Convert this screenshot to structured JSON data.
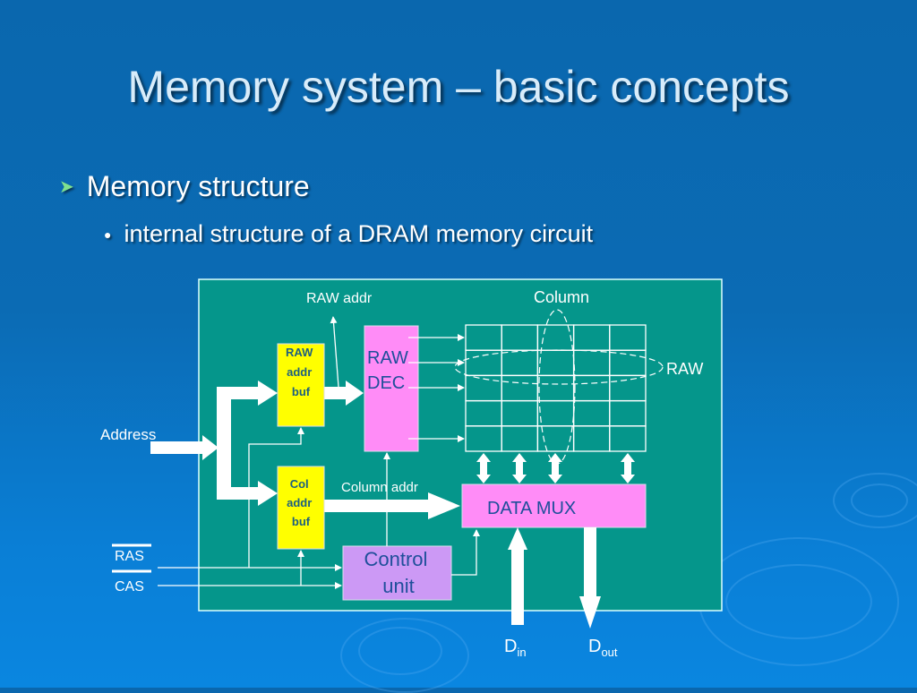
{
  "slide": {
    "title": "Memory system – basic concepts",
    "bullets": [
      {
        "level": 1,
        "icon": "arrow-bullet-icon",
        "text": "Memory structure"
      },
      {
        "level": 2,
        "icon": "dot-bullet-icon",
        "text": "internal structure of a DRAM memory circuit"
      }
    ]
  },
  "diagram": {
    "colors": {
      "panel": "#05968b",
      "buffer": "#ffff00",
      "decoder": "#ff8cf7",
      "control": "#cc99f5",
      "line": "#ffffff",
      "box_text": "#1f4f9a",
      "buffer_text": "#1d5f80"
    },
    "labels": {
      "raw_addr": "RAW addr",
      "column": "Column",
      "raw": "RAW",
      "address": "Address",
      "column_addr": "Column addr",
      "ras": "RAS",
      "cas": "CAS",
      "din_main": "D",
      "din_sub": "in",
      "dout_main": "D",
      "dout_sub": "out"
    },
    "blocks": {
      "raw_addr_buf": [
        "RAW",
        "addr",
        "buf"
      ],
      "col_addr_buf": [
        "Col",
        "addr",
        "buf"
      ],
      "raw_dec": [
        "RAW",
        "DEC"
      ],
      "data_mux": "DATA MUX",
      "control_unit": [
        "Control",
        "unit"
      ]
    },
    "memory_array": {
      "rows": 5,
      "cols": 5
    }
  }
}
